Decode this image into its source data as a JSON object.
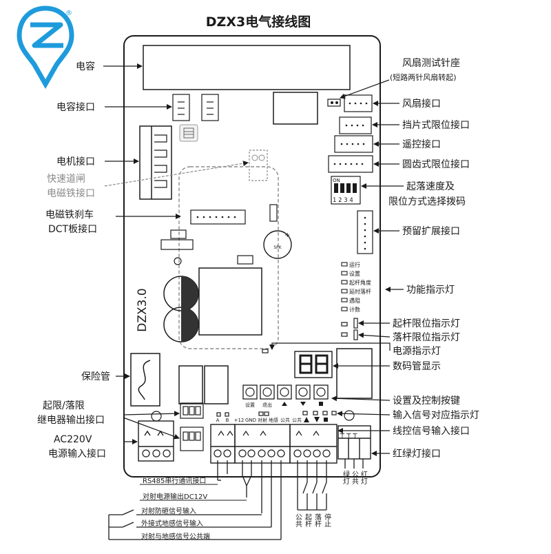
{
  "title": "DZX3电气接线图",
  "logo": {
    "mark": "®",
    "colors": {
      "primary": "#1E9BDC"
    }
  },
  "board": {
    "label": "DZX3.0",
    "buzzer": "SPK",
    "dip_label": "ON",
    "dip_numbers": "1 2 3 4"
  },
  "colors": {
    "line": "#1a1a1a",
    "annotation": "#1a1a1a",
    "dim": "#8a8a8a"
  },
  "left_labels": {
    "capacitor": "电容",
    "capacitor_port": "电容接口",
    "motor_port": "电机接口",
    "fast_magnet_1": "快速道闸",
    "fast_magnet_2": "电磁铁接口",
    "dct_1": "电磁铁刹车",
    "dct_2": "DCT板接口",
    "fuse": "保险管",
    "relay_1": "起限/落限",
    "relay_2": "继电器输出接口",
    "ac_1": "AC220V",
    "ac_2": "电源输入接口"
  },
  "right_labels": {
    "fan_test": "风扇测试针座",
    "fan_test_note": "(短路两针风扇转起)",
    "fan_port": "风扇接口",
    "blade_limit": "挡片式限位接口",
    "remote": "遥控接口",
    "gear_limit": "圆齿式限位接口",
    "speed_1": "起落速度及",
    "speed_2": "限位方式选择拨码",
    "expansion": "预留扩展接口",
    "function_leds": "功能指示灯",
    "up_limit_led": "起杆限位指示灯",
    "down_limit_led": "落杆限位指示灯",
    "power_led": "电源指示灯",
    "digit_display": "数码管显示",
    "buttons": "设置及控制按键",
    "input_leds": "输入信号对应指示灯",
    "wire_input": "线控信号输入接口",
    "traffic_light": "红绿灯接口"
  },
  "indicators": [
    "运行",
    "设置",
    "起杆角度",
    "延时落杆",
    "遇阻",
    "计数"
  ],
  "buttons": [
    "设置",
    "退出"
  ],
  "terminal_labels": {
    "a": "A",
    "b": "B",
    "v12": "+12",
    "gnd": "GND",
    "photo": "对射",
    "loop": "地感",
    "common": "公共"
  },
  "traffic": {
    "green": "绿灯",
    "common": "公共",
    "red": "红灯"
  },
  "controls": {
    "common": "公共",
    "up": "起杆",
    "down": "落杆",
    "stop": "停止"
  },
  "bottom_labels": {
    "rs485": "RS485串行通讯接口",
    "dc12": "对射电源输出DC12V",
    "anti_smash": "对射防砸信号输入",
    "loop_input": "外接式地感信号输入",
    "common_port": "对射与地感信号公共端"
  }
}
